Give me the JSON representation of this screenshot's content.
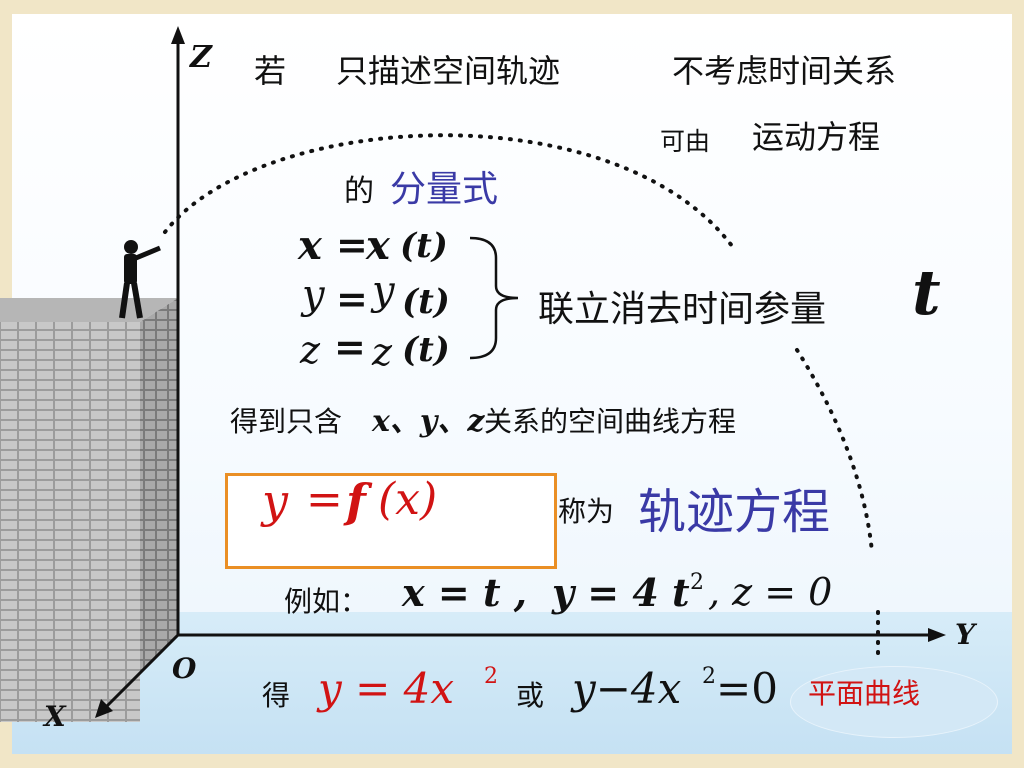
{
  "axes": {
    "z": "Z",
    "y": "Y",
    "x": "X",
    "origin": "O"
  },
  "heading": {
    "if": "若",
    "part1": "只描述空间轨迹",
    "part2": "不考虑时间关系"
  },
  "line2": {
    "small": "可由",
    "label": "运动方程"
  },
  "line3": {
    "prefix": "的",
    "label": "分量式"
  },
  "components": [
    {
      "lhs": "x",
      "eq": "=",
      "rhs": "x",
      "paren": "(t)"
    },
    {
      "lhs": "y",
      "eq": "=",
      "rhs": "y",
      "paren": "(t)"
    },
    {
      "lhs": "z",
      "eq": "=",
      "rhs": "z",
      "paren": "(t)"
    }
  ],
  "eliminate": {
    "text": "联立消去时间参量",
    "symbol": "t"
  },
  "result_line": {
    "prefix": "得到只含",
    "vars": "x、y、z",
    "suffix": "关系的空间曲线方程"
  },
  "traj": {
    "formula_y": "y",
    "formula_eq": "=",
    "formula_f": "f",
    "formula_arg": "(x)",
    "called": "称为",
    "name": "轨迹方程"
  },
  "example": {
    "label": "例如：",
    "expr1": "x = t ,",
    "expr2": "y = 4 t",
    "exp2": "2",
    "expr3": ", z = 0"
  },
  "bottom": {
    "de": "得",
    "eq_left": "y = 4x",
    "eq_exp": "2",
    "or": "或",
    "eq2": "y−4x",
    "eq2_exp": "2",
    "eq2_rest": "=0",
    "note": "平面曲线"
  },
  "colors": {
    "blue": "#3a3aa6",
    "red": "#d11313",
    "box_border": "#ea8f25",
    "floor": "#cde6f5"
  }
}
